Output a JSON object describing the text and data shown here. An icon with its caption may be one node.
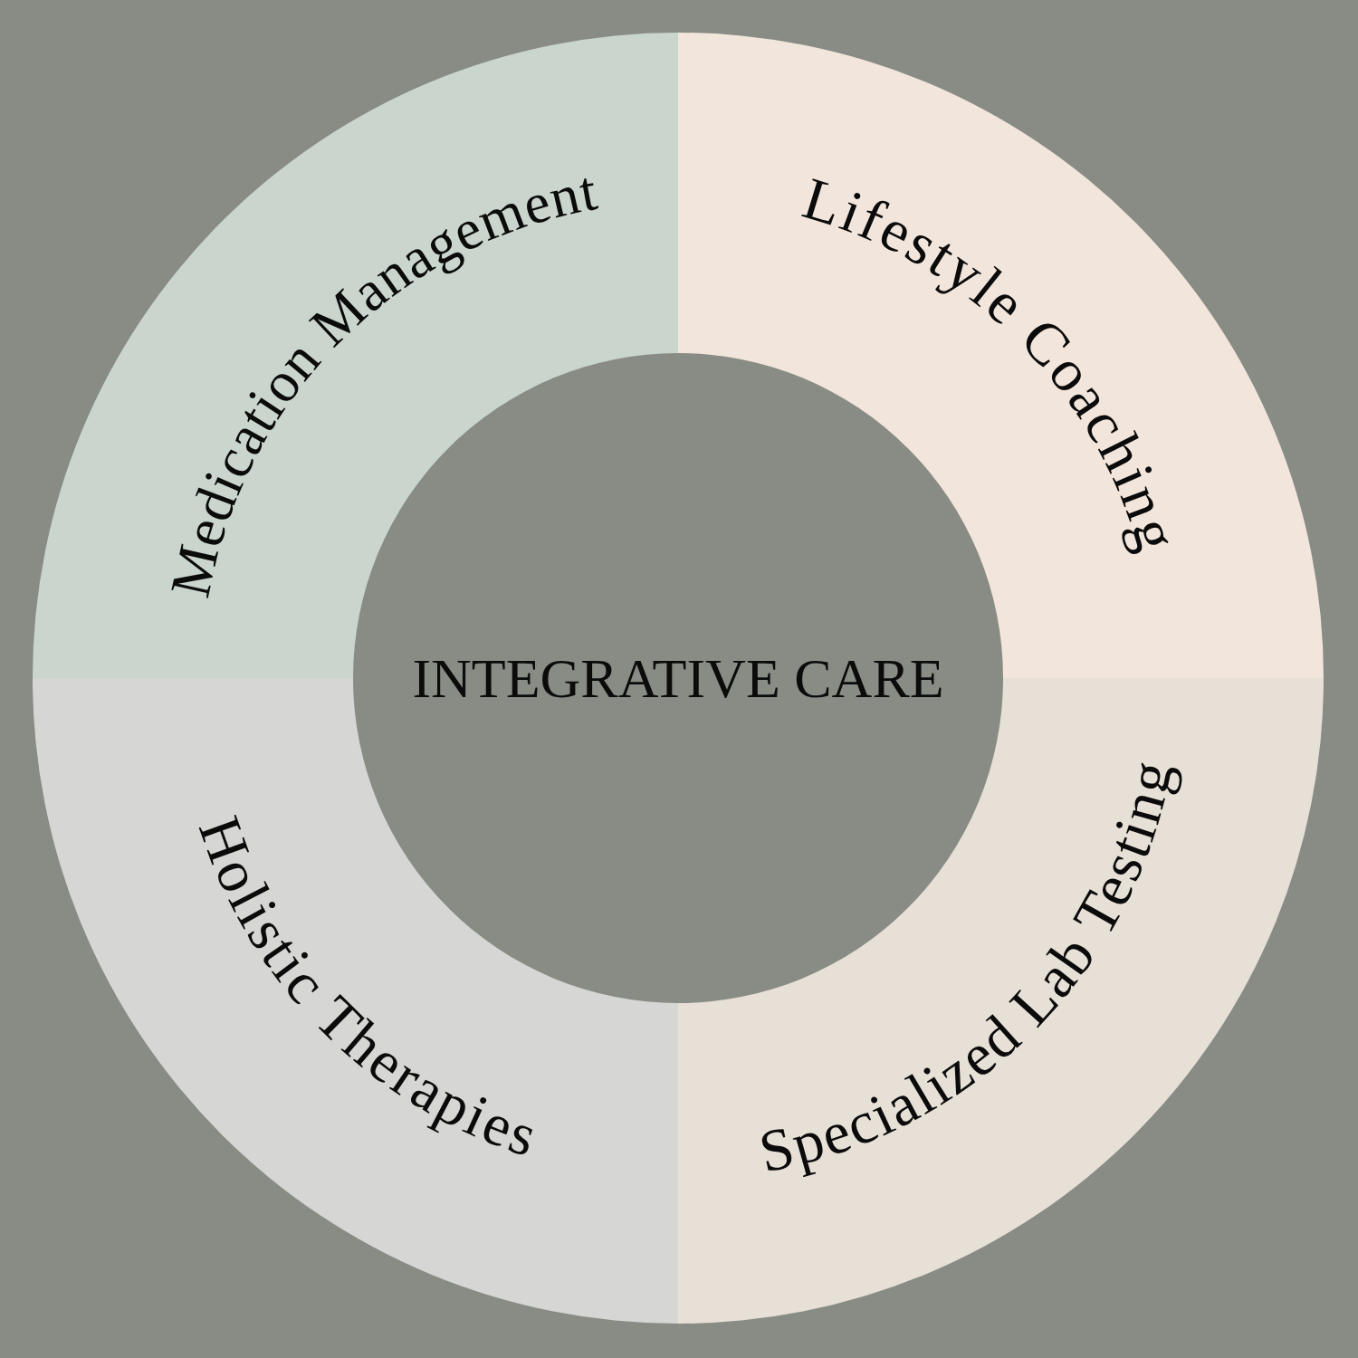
{
  "diagram": {
    "nodes": [
      {
        "text": [
          "Medication Management"
        ]
      },
      {
        "text": [
          "Lifestyle Coaching"
        ]
      },
      {
        "text": [
          "INTEGRATIVE CARE"
        ]
      },
      {
        "text": [
          "Holistic Therapies"
        ]
      },
      {
        "text": [
          "Specialized Lab Testing"
        ]
      }
    ]
  }
}
